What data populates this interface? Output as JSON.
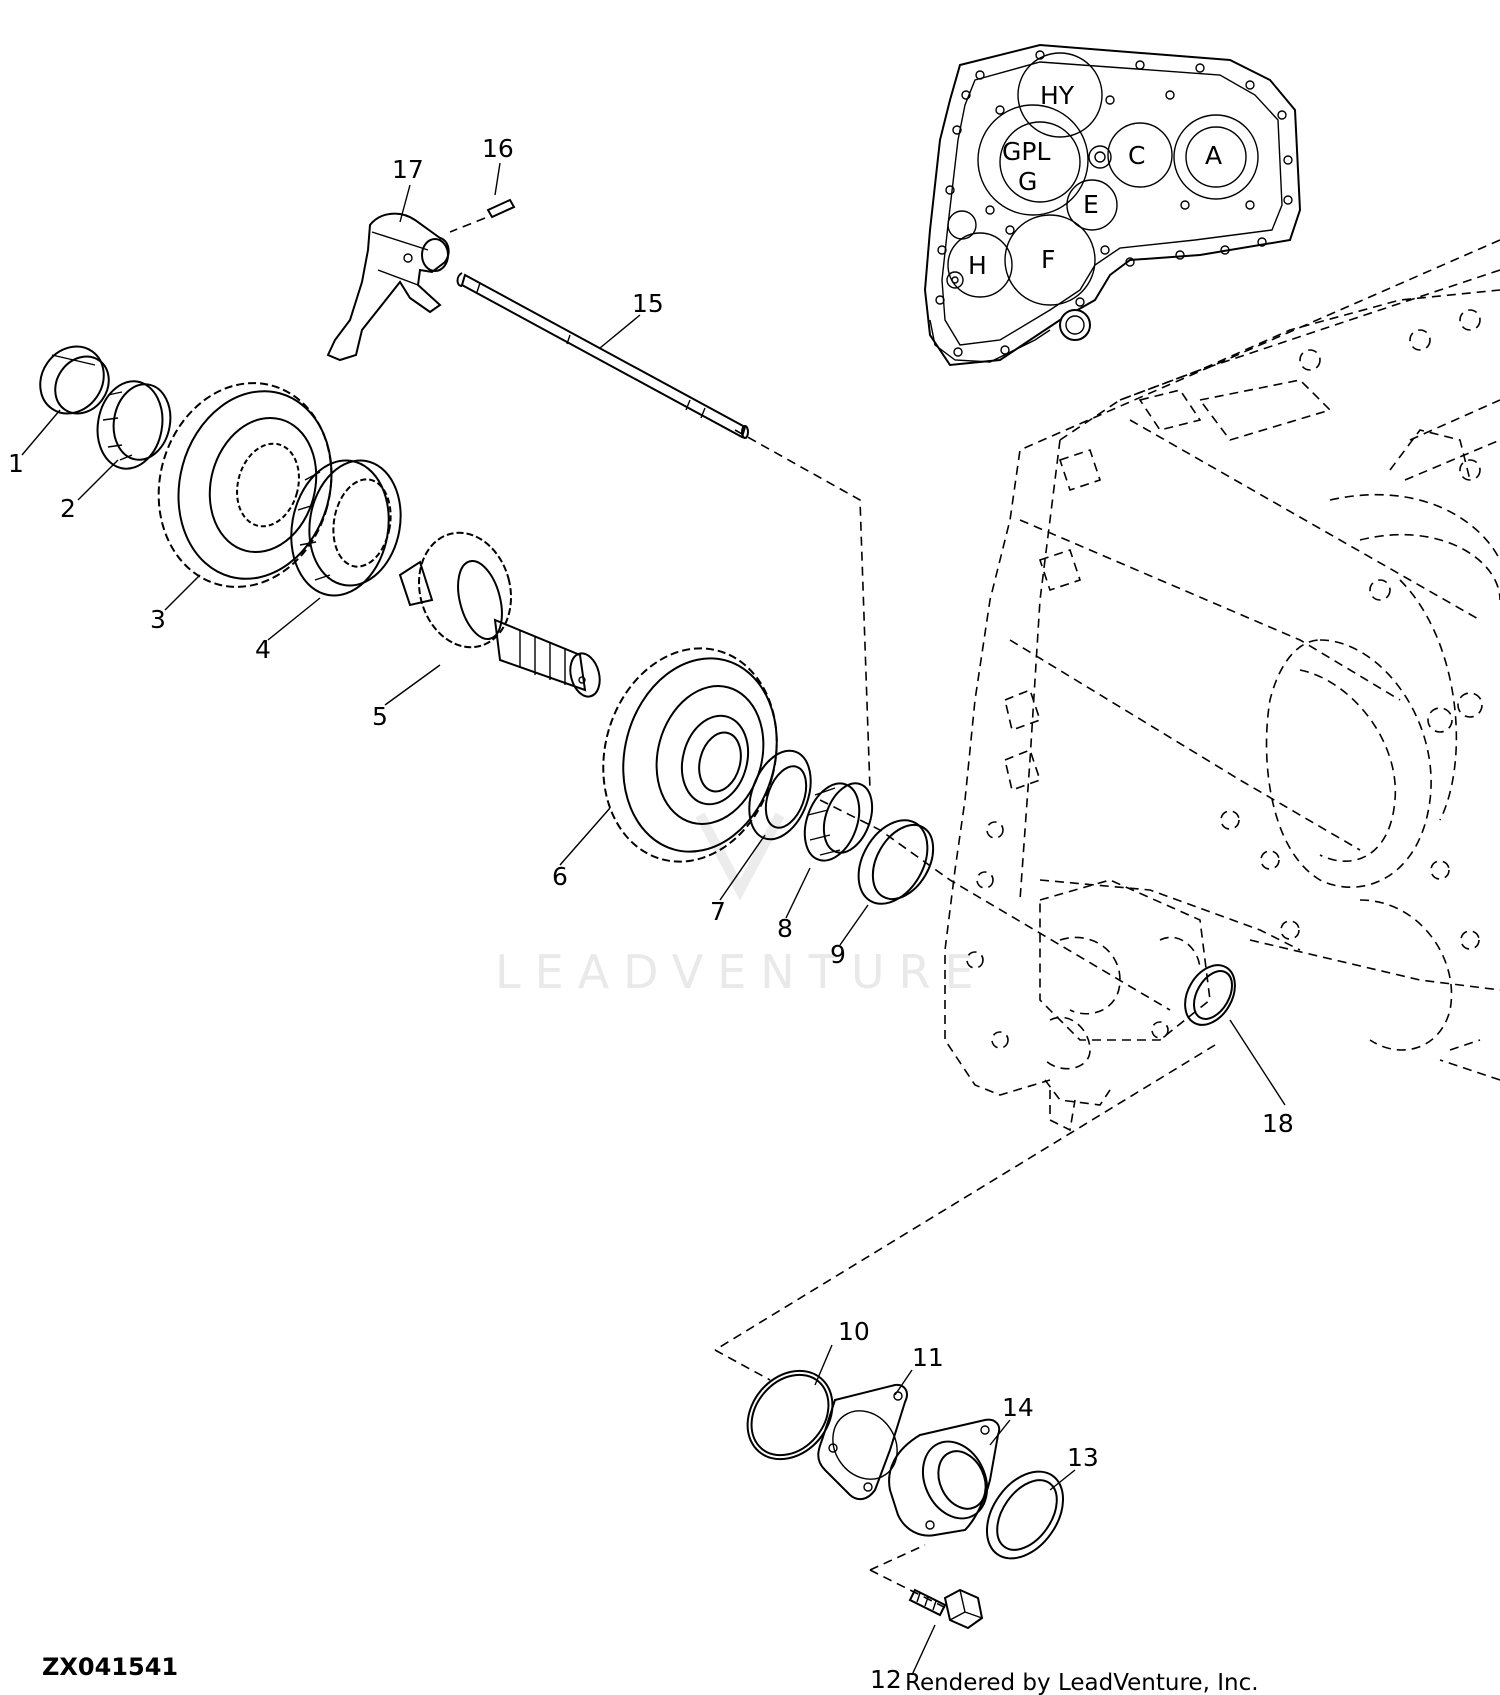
{
  "diagram": {
    "figure_code": "ZX041541",
    "credit": "Rendered by LeadVenture, Inc.",
    "watermark": "LEADVENTURE",
    "callouts": [
      {
        "id": "c1",
        "label": "1"
      },
      {
        "id": "c2",
        "label": "2"
      },
      {
        "id": "c3",
        "label": "3"
      },
      {
        "id": "c4",
        "label": "4"
      },
      {
        "id": "c5",
        "label": "5"
      },
      {
        "id": "c6",
        "label": "6"
      },
      {
        "id": "c7",
        "label": "7"
      },
      {
        "id": "c8",
        "label": "8"
      },
      {
        "id": "c9",
        "label": "9"
      },
      {
        "id": "c10",
        "label": "10"
      },
      {
        "id": "c11",
        "label": "11"
      },
      {
        "id": "c12",
        "label": "12"
      },
      {
        "id": "c13",
        "label": "13"
      },
      {
        "id": "c14",
        "label": "14"
      },
      {
        "id": "c15",
        "label": "15"
      },
      {
        "id": "c16",
        "label": "16"
      },
      {
        "id": "c17",
        "label": "17"
      },
      {
        "id": "c18",
        "label": "18"
      }
    ],
    "locator_zones": [
      {
        "id": "HY",
        "label": "HY"
      },
      {
        "id": "GPL",
        "label": "GPL"
      },
      {
        "id": "G",
        "label": "G"
      },
      {
        "id": "C",
        "label": "C"
      },
      {
        "id": "A",
        "label": "A"
      },
      {
        "id": "E",
        "label": "E"
      },
      {
        "id": "F",
        "label": "F"
      },
      {
        "id": "H",
        "label": "H"
      }
    ]
  }
}
